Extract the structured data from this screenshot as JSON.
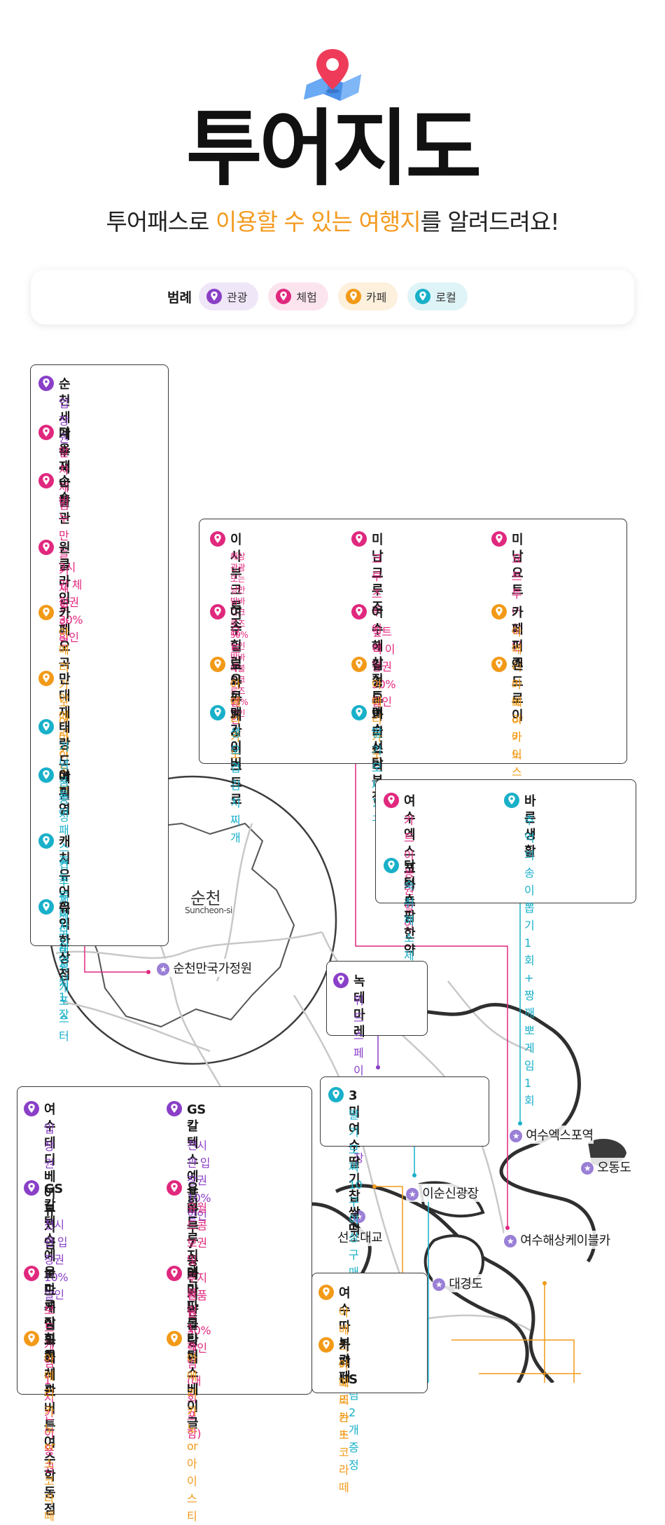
{
  "header": {
    "title": "투어지도",
    "subtitle_pre": "투어패스로 ",
    "subtitle_highlight1": "이용할 수 있는 여행지",
    "subtitle_mid": "를 알려드려요!"
  },
  "legend": {
    "label": "범례",
    "items": [
      {
        "label": "관광",
        "color": "#8a3fc7",
        "bg": "#efe6f8"
      },
      {
        "label": "체험",
        "color": "#e0287e",
        "bg": "#fce4ef"
      },
      {
        "label": "카페",
        "color": "#f29a18",
        "bg": "#fdf0dc"
      },
      {
        "label": "로컬",
        "color": "#19b0c9",
        "bg": "#dff4f7"
      }
    ]
  },
  "map": {
    "city_name": "순천",
    "city_sub": "Suncheon-si",
    "landmarks": [
      "순천만국가정원",
      "여수엑스포역",
      "오동도",
      "이순신광장",
      "선소대교",
      "여수해상케이블카",
      "대경도"
    ]
  },
  "card_suncheon": [
    {
      "name": "순천세계수석박물관",
      "benefit": "입장권",
      "type": "tour"
    },
    {
      "name": "다올재",
      "benefit": "말차체험",
      "type": "exp"
    },
    {
      "name": "순숍",
      "benefit": "비누 만들기\n체험 할인",
      "type": "exp"
    },
    {
      "name": "원클라임",
      "benefit": "2시간 체험권\n30%할인",
      "type": "exp"
    },
    {
      "name": "카페 오곡",
      "benefit": "아메리카노 or\n아이스티",
      "type": "cafe"
    },
    {
      "name": "만대재",
      "benefit": "아메리카노",
      "type": "cafe"
    },
    {
      "name": "태랑도예원",
      "benefit": "기념품 증정",
      "type": "local"
    },
    {
      "name": "아끼염",
      "benefit": "투어패스컵\n수제 젤라또 1개",
      "type": "local"
    },
    {
      "name": "캐치유어럭",
      "benefit": "흑두루미\n드레싱지 포스터",
      "type": "local"
    },
    {
      "name": "유익한 상점",
      "benefit": "사진 엽서 1장",
      "type": "local"
    }
  ],
  "card_marine": [
    {
      "name": "이사부크루즈",
      "benefit": "해상관광 또는 낭만\n밤바다크루즈50% 할인\n밤바다불꽃크루즈 15% 할인",
      "type": "exp",
      "small": true
    },
    {
      "name": "미남크루즈",
      "benefit": "크루즈 투어 할인",
      "type": "exp"
    },
    {
      "name": "미남요트",
      "benefit": "요트투어 할인",
      "type": "exp"
    },
    {
      "name": "여수 힐링요트",
      "benefit": "요트투어 할인",
      "type": "exp"
    },
    {
      "name": "여수 해상짚트랙",
      "benefit": "짚트랙 이용권\n30% 할인",
      "type": "exp"
    },
    {
      "name": "카페 퍼즈",
      "benefit": "아메리카노or\n아이스티",
      "type": "cafe"
    },
    {
      "name": "로와카페&비스트로",
      "benefit": "아메리카노",
      "type": "cafe"
    },
    {
      "name": "김경오파티쓰리",
      "benefit": "아메리카노",
      "type": "cafe"
    },
    {
      "name": "앤드로이",
      "benefit": "아메리카노",
      "type": "cafe"
    },
    {
      "name": "맥가이버",
      "benefit": "생오겹김치찌개",
      "type": "local"
    },
    {
      "name": "이순신당 본점",
      "benefit": "딸기모찌 1구",
      "type": "local"
    }
  ],
  "card_expo": [
    {
      "name": "여수 엑스포카트",
      "benefit": "카트 이용권 할인",
      "type": "exp"
    },
    {
      "name": "바른생활",
      "benefit": "추억의송이뽑기 1회\n+ 짱깨뽀게임 1회",
      "type": "local"
    },
    {
      "name": "닥터스팜한약국",
      "benefit": "숙취해소제 1개",
      "type": "local"
    }
  ],
  "card_noktemare": [
    {
      "name": "녹테마레",
      "benefit": "위드스페이스\n무료 입장",
      "type": "tour"
    }
  ],
  "card_ttalgi": [
    {
      "name": "3미 여수딸기찹쌀떡",
      "benefit": "딸기모찌 10구 이상 구매시,\n쑥아이스크림 2개 증정",
      "type": "local"
    }
  ],
  "card_yeosu": [
    {
      "name": "여수 테디베어뮤지엄",
      "benefit": "입장권",
      "type": "tour"
    },
    {
      "name": "GS칼텍스예울마루\n7층전시관",
      "benefit": "전시관 입장권\n10% 할인",
      "type": "tour"
    },
    {
      "name": "GS칼텍스예울마루\n장도전시관",
      "benefit": "전시관 입장권\n10% 할인",
      "type": "tour"
    },
    {
      "name": "유월드루지테마파크",
      "benefit": "유월드콤보권 및\n루지단품권 30% 할인",
      "type": "exp"
    },
    {
      "name": "보드게임카페\n레드버튼여수학동점",
      "benefit": "보드게임 1시간 이용권",
      "type": "exp"
    },
    {
      "name": "마리나볼링펍",
      "benefit": "볼링 1게임(대회포함)",
      "type": "exp"
    },
    {
      "name": "힐론",
      "benefit": "아메리카노 or\n소코라떼",
      "type": "cafe"
    },
    {
      "name": "타티스베이글",
      "benefit": "아메리카노 or\n아이스티",
      "type": "cafe"
    }
  ],
  "card_cafe": [
    {
      "name": "여수 따부 카페",
      "benefit": "아메리카노\n또는 초코라떼",
      "type": "cafe"
    },
    {
      "name": "카페 US",
      "benefit": "아메리카노",
      "type": "cafe"
    }
  ]
}
